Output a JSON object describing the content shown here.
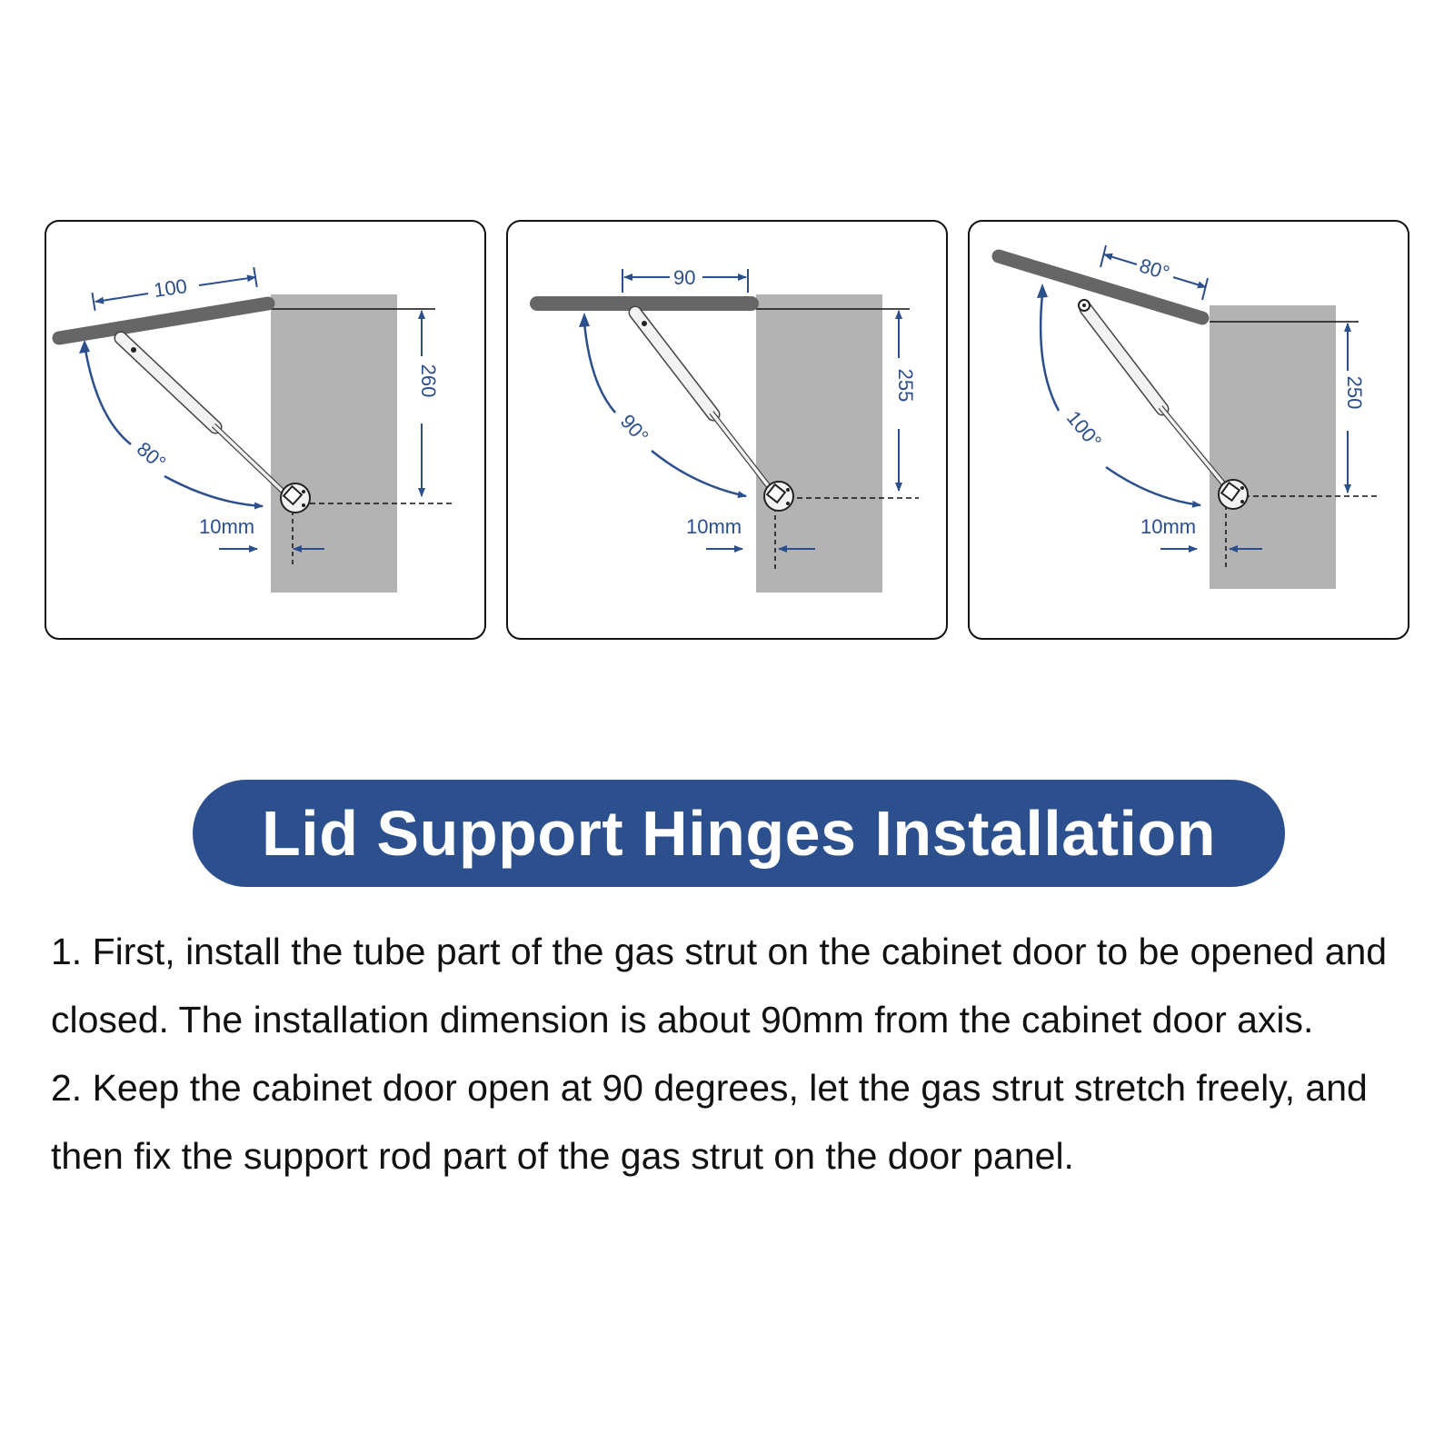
{
  "panels": [
    {
      "width_label": "100",
      "height_label": "260",
      "angle_label": "80°",
      "offset_label": "10mm"
    },
    {
      "width_label": "90",
      "height_label": "255",
      "angle_label": "90°",
      "offset_label": "10mm"
    },
    {
      "width_label": "80°",
      "height_label": "250",
      "angle_label": "100°",
      "offset_label": "10mm"
    }
  ],
  "title": "Lid Support Hinges Installation",
  "steps": [
    "1. First, install the tube part of the gas strut on the cabinet door to be opened and closed. The installation dimension is about 90mm from the cabinet door axis.",
    "2. Keep the cabinet door open at 90 degrees, let the gas strut stretch freely, and then fix the support rod part of the gas strut on the door panel."
  ],
  "colors": {
    "accent": "#2c4f8e",
    "lid": "#666666",
    "cabinet": "#b3b3b3"
  }
}
